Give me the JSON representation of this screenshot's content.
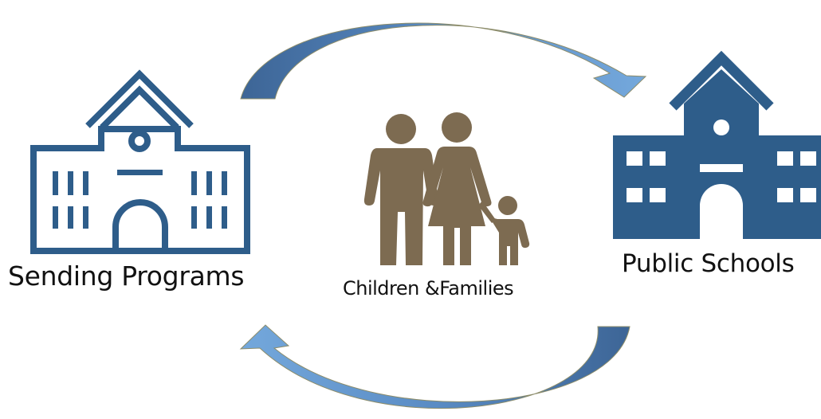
{
  "diagram": {
    "title": "",
    "nodes": {
      "sending": {
        "label": "Sending Programs",
        "icon": "school-outline-icon",
        "color": "#2e5d8a"
      },
      "children": {
        "label": "Children &Families",
        "icon": "family-icon",
        "color": "#7d6b51"
      },
      "public": {
        "label": "Public Schools",
        "icon": "school-filled-icon",
        "color": "#2e5d8a"
      }
    },
    "arrows": [
      {
        "from": "sending",
        "to": "public",
        "direction": "clockwise-top"
      },
      {
        "from": "public",
        "to": "sending",
        "direction": "clockwise-bottom"
      }
    ],
    "arrow_colors": {
      "light": "#6fa3d8",
      "dark": "#3d6596",
      "outline": "#8c8c6a"
    }
  }
}
